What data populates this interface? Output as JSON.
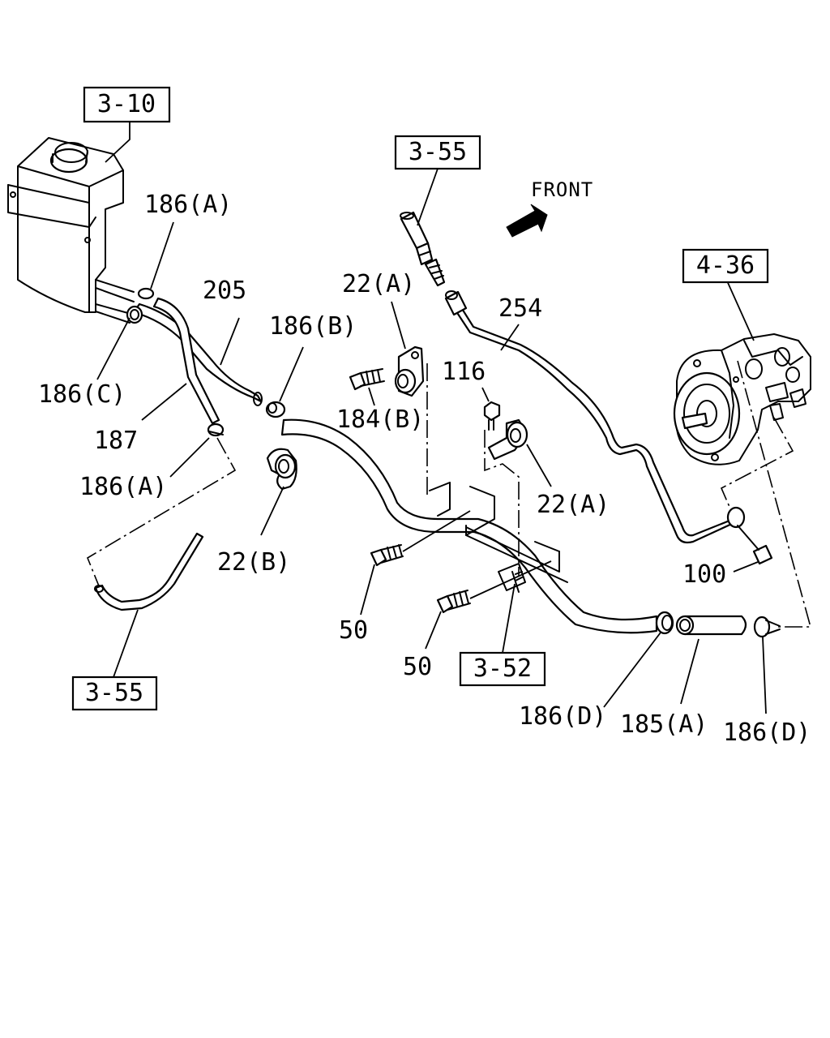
{
  "front_label": "FRONT",
  "refs": {
    "r1": "3-10",
    "r2": "3-55",
    "r3": "4-36",
    "r4": "3-52",
    "r5": "3-55"
  },
  "labels": {
    "l186a_top": "186(A)",
    "l205": "205",
    "l186b": "186(B)",
    "l22a_top": "22(A)",
    "l254": "254",
    "l116": "116",
    "l186c": "186(C)",
    "l187": "187",
    "l184b": "184(B)",
    "l186a_bottom": "186(A)",
    "l22a_right": "22(A)",
    "l22b": "22(B)",
    "l100": "100",
    "l50_a": "50",
    "l50_b": "50",
    "l186d_left": "186(D)",
    "l185a": "185(A)",
    "l186d_right": "186(D)"
  }
}
